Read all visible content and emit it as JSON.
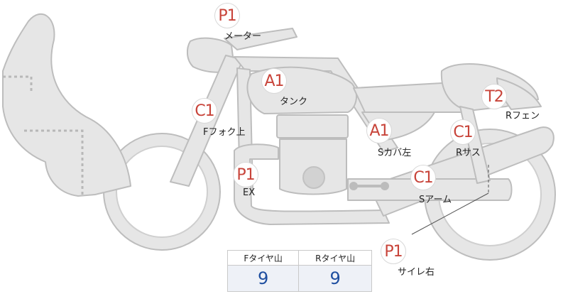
{
  "parts": [
    {
      "id": "meter",
      "code": "P1",
      "label": "メーター"
    },
    {
      "id": "tank",
      "code": "A1",
      "label": "タンク"
    },
    {
      "id": "ffork",
      "code": "C1",
      "label": "Fフォク上"
    },
    {
      "id": "scover",
      "code": "A1",
      "label": "Sカバ左"
    },
    {
      "id": "rsus",
      "code": "C1",
      "label": "Rサス"
    },
    {
      "id": "rfender",
      "code": "T2",
      "label": "Rフェン"
    },
    {
      "id": "ex",
      "code": "P1",
      "label": "EX"
    },
    {
      "id": "sarm",
      "code": "C1",
      "label": "Sアーム"
    },
    {
      "id": "silencer",
      "code": "P1",
      "label": "サイレ右"
    }
  ],
  "tire_table": {
    "headers": [
      "Fタイヤ山",
      "Rタイヤ山"
    ],
    "values": [
      "9",
      "9"
    ]
  },
  "colors": {
    "badge_text": "#c8443a",
    "value_text": "#1f4fa0",
    "bike_fill": "#e6e6e6",
    "bike_stroke": "#bdbdbd"
  }
}
